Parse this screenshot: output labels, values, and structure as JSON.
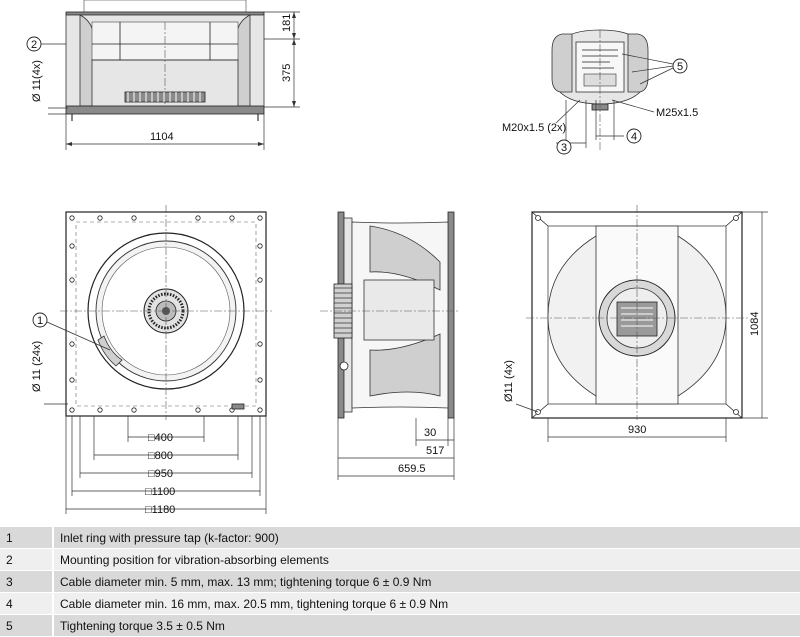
{
  "top_view": {
    "width_dim": "1104",
    "height_dim_1": "181",
    "height_dim_2": "375",
    "hole_dim": "Ø 11(4x)",
    "callout": "2"
  },
  "terminal_box": {
    "callout_5": "5",
    "callout_3": "3",
    "callout_4": "4",
    "thread_1": "M20x1.5 (2x)",
    "thread_2": "M25x1.5"
  },
  "front_view": {
    "callout": "1",
    "hole_dim": "Ø 11 (24x)",
    "dims": [
      "□400",
      "□800",
      "□950",
      "□1100",
      "□1180"
    ]
  },
  "side_view": {
    "dims": [
      "30",
      "517",
      "659.5"
    ]
  },
  "rear_view": {
    "width_dim": "930",
    "height_dim": "1084",
    "hole_dim": "Ø11 (4x)"
  },
  "legend": [
    {
      "num": "1",
      "text": "Inlet ring with pressure tap (k-factor: 900)"
    },
    {
      "num": "2",
      "text": "Mounting position for vibration-absorbing elements"
    },
    {
      "num": "3",
      "text": "Cable diameter min. 5 mm, max. 13 mm; tightening torque 6 ± 0.9 Nm"
    },
    {
      "num": "4",
      "text": "Cable diameter min. 16 mm, max. 20.5 mm, tightening torque 6 ± 0.9 Nm"
    },
    {
      "num": "5",
      "text": "Tightening torque 3.5 ± 0.5 Nm"
    }
  ]
}
